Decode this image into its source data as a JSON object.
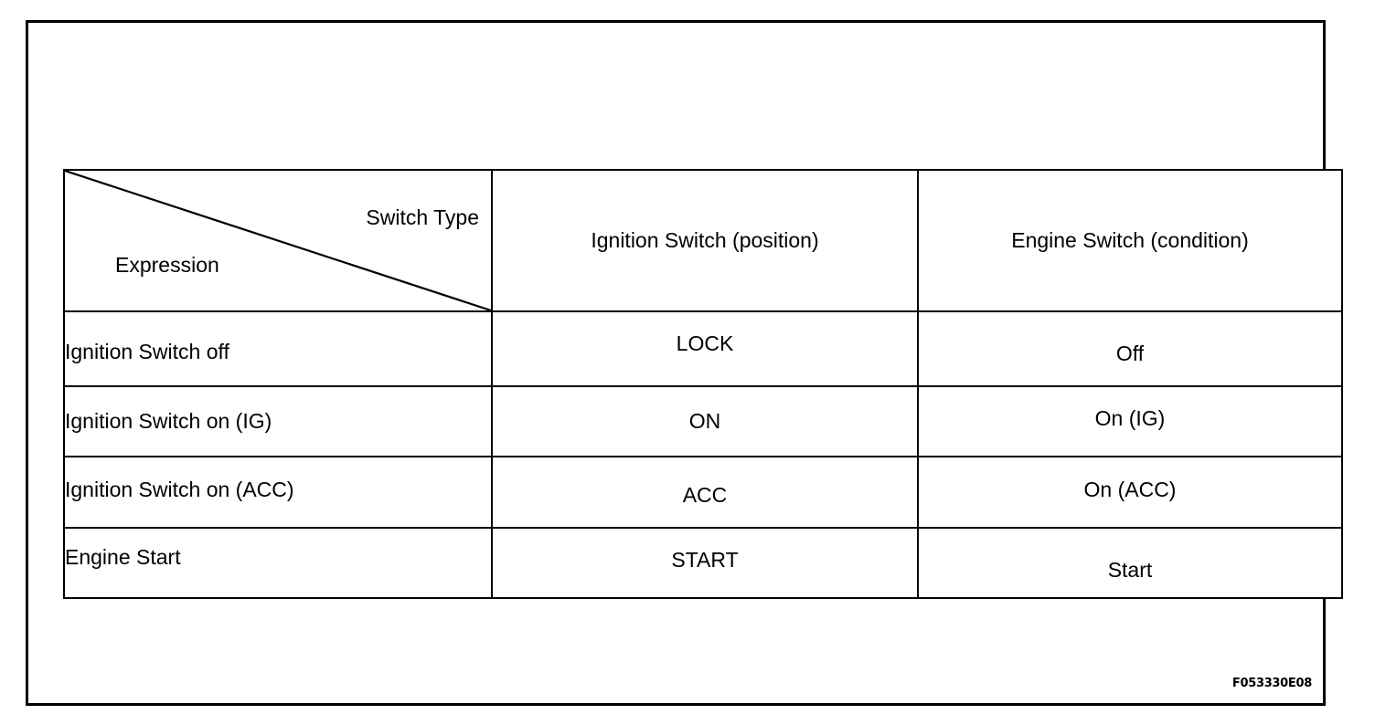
{
  "figure": {
    "reference_code": "F053330E08"
  },
  "table": {
    "corner_header": {
      "top_right_label": "Switch Type",
      "bottom_left_label": "Expression",
      "divider": "diagonal-line"
    },
    "column_headers": [
      "Ignition Switch (position)",
      "Engine Switch (condition)"
    ],
    "rows": [
      {
        "expression": "Ignition Switch off",
        "ignition_switch_position": "LOCK",
        "engine_switch_condition": "Off"
      },
      {
        "expression": "Ignition Switch on (IG)",
        "ignition_switch_position": "ON",
        "engine_switch_condition": "On (IG)"
      },
      {
        "expression": "Ignition Switch on (ACC)",
        "ignition_switch_position": "ACC",
        "engine_switch_condition": "On (ACC)"
      },
      {
        "expression": "Engine Start",
        "ignition_switch_position": "START",
        "engine_switch_condition": "Start"
      }
    ]
  },
  "colors": {
    "ink": "#000000",
    "paper": "#ffffff"
  }
}
